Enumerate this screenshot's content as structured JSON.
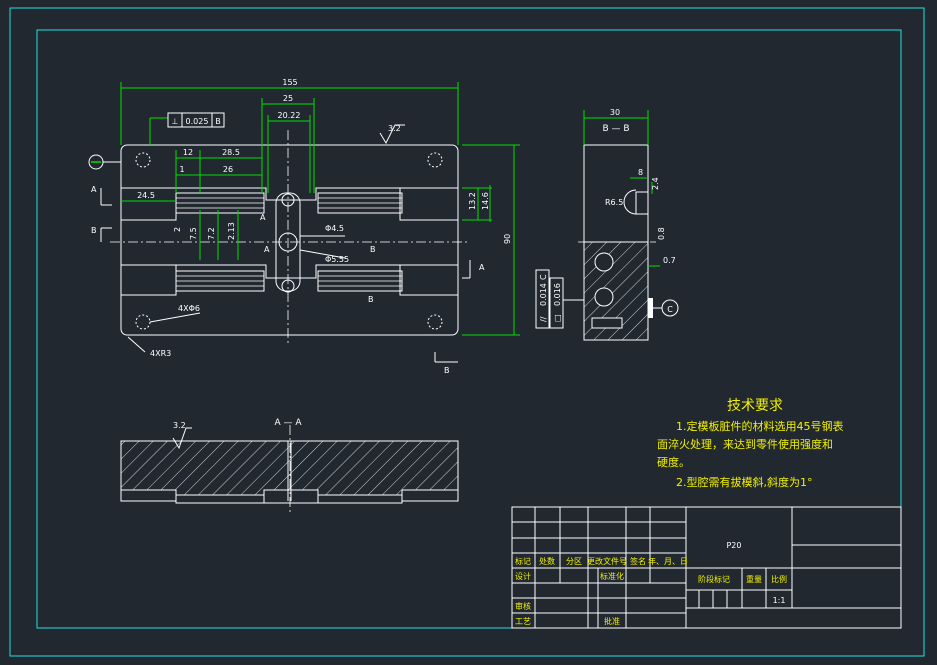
{
  "drawing": {
    "top_view": {
      "overall_width": "155",
      "dim_25": "25",
      "dim_20_22": "20.22",
      "flatness_box": [
        "⊥",
        "0.025",
        "B"
      ],
      "roughness": "3.2",
      "dim_12": "12",
      "dim_28_5": "28.5",
      "dim_1": "1",
      "dim_26": "26",
      "dim_24_5": "24.5",
      "dim_2": "2",
      "dim_7_5": "7.5",
      "dim_7_2": "7.2",
      "dim_2_13": "2.13",
      "dim_13_2": "13.2",
      "dim_14_6": "14.6",
      "phi_4_5": "Φ4.5",
      "phi_5_55": "Φ5.55",
      "height_90": "90",
      "hole_note": "4XΦ6",
      "radius_note": "4XR3",
      "section_a": "A",
      "section_b": "B",
      "datum_left": "○"
    },
    "side_view": {
      "width_30": "30",
      "title": "B — B",
      "dim_8": "8",
      "dim_2_4": "2.4",
      "radius_r6_5": "R6.5",
      "dim_0_8": "0.8",
      "dim_0_7": "0.7",
      "tol_box_1": [
        "//",
        "0.014",
        "C"
      ],
      "tol_box_2": [
        "□",
        "0.016"
      ],
      "datum_c": "C"
    },
    "section_aa": {
      "title": "A — A",
      "roughness": "3.2"
    },
    "tech_requirements": {
      "title": "技术要求",
      "line1": "1.定模板脏件的材料选用45号钢表",
      "line2": "面淬火处理，来达到零件使用强度和",
      "line3": "硬度。",
      "line4": "2.型腔需有拔模斜,斜度为1°"
    },
    "title_block": {
      "part_name": "P20",
      "col_labels": [
        "标记",
        "处数",
        "分区",
        "更改文件号",
        "签名",
        "年、月、日"
      ],
      "design": "设计",
      "standardize": "标准化",
      "stage_mark": "阶段标记",
      "weight": "重量",
      "scale_label": "比例",
      "scale_value": "1:1",
      "review": "审核",
      "process": "工艺",
      "approve": "批准"
    }
  },
  "colors": {
    "background": "#212830",
    "line": "#ffffff",
    "dimension": "#00e000",
    "border": "#21e0e0",
    "text_yellow": "#f2f200"
  }
}
